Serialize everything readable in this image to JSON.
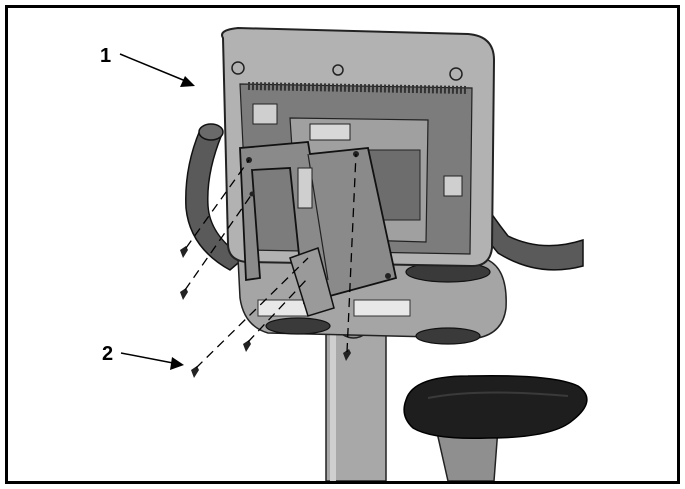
{
  "callouts": [
    {
      "number": "1",
      "target": "console"
    },
    {
      "number": "2",
      "target": "screws"
    }
  ],
  "colors": {
    "border": "#000000",
    "console_body": "#9a9a9a",
    "console_dark": "#5a5a5a",
    "handle": "#555555",
    "seat": "#222222",
    "bracket": "#7d7d7d"
  }
}
